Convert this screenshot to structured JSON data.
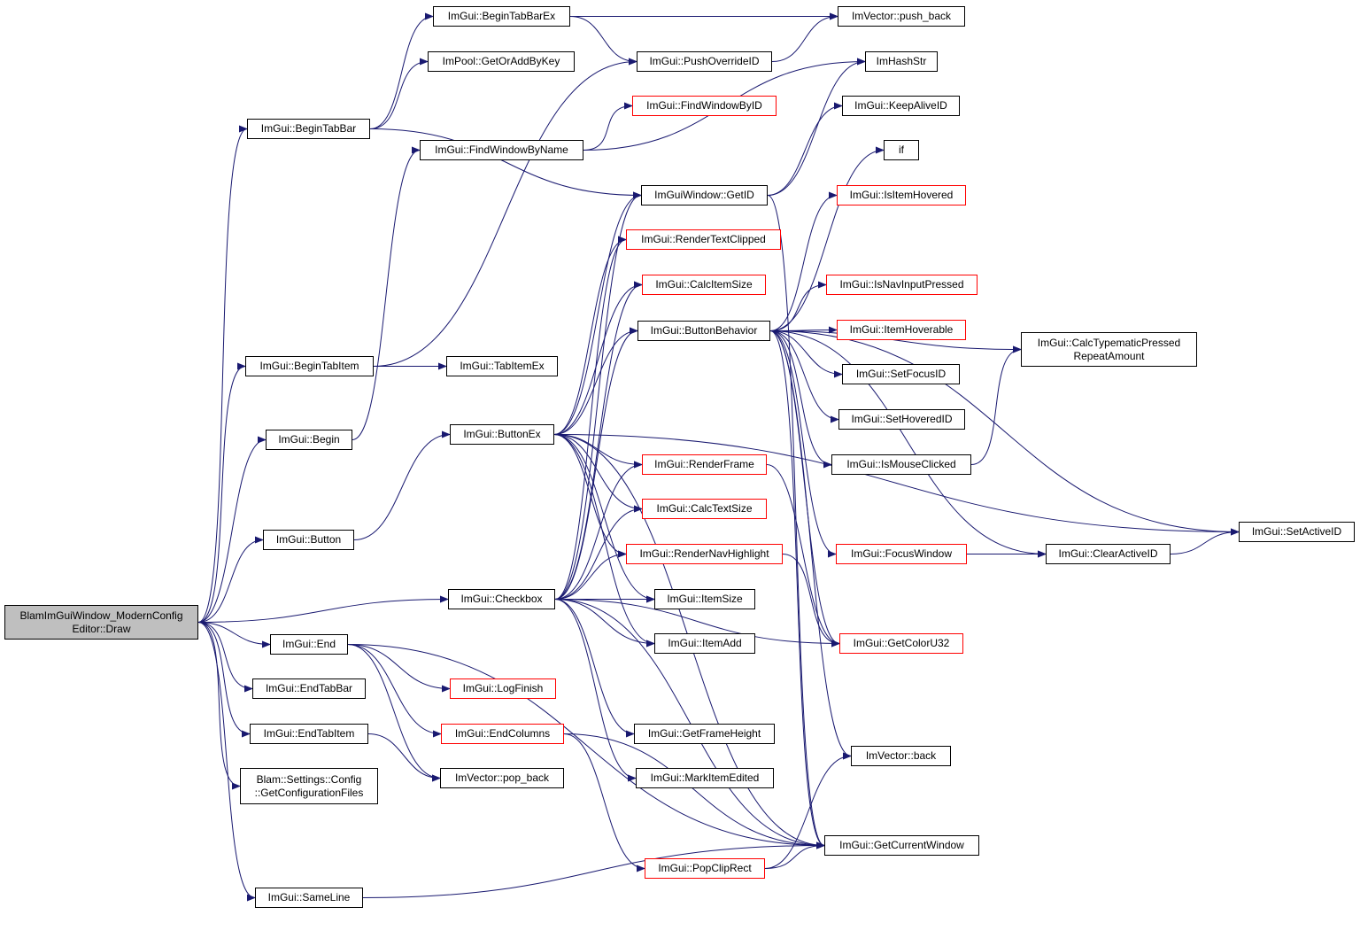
{
  "colors": {
    "edge": "#191970",
    "node_border": "#000000",
    "node_border_incomplete": "#ff0000",
    "root_fill": "#bfbfbf"
  },
  "nodes": [
    {
      "id": "root",
      "label": "BlamImGuiWindow_ModernConfig\nEditor::Draw",
      "root": true
    },
    {
      "id": "begintabbar",
      "label": "ImGui::BeginTabBar"
    },
    {
      "id": "begintabitem",
      "label": "ImGui::BeginTabItem"
    },
    {
      "id": "begin",
      "label": "ImGui::Begin"
    },
    {
      "id": "button",
      "label": "ImGui::Button"
    },
    {
      "id": "end",
      "label": "ImGui::End"
    },
    {
      "id": "endtabbar",
      "label": "ImGui::EndTabBar"
    },
    {
      "id": "endtabitem",
      "label": "ImGui::EndTabItem"
    },
    {
      "id": "getconfigfiles",
      "label": "Blam::Settings::Config\n::GetConfigurationFiles"
    },
    {
      "id": "sameline",
      "label": "ImGui::SameLine"
    },
    {
      "id": "begintabbarex",
      "label": "ImGui::BeginTabBarEx"
    },
    {
      "id": "imguipool",
      "label": "ImPool::GetOrAddByKey"
    },
    {
      "id": "findwindowbyname",
      "label": "ImGui::FindWindowByName"
    },
    {
      "id": "tabitemex",
      "label": "ImGui::TabItemEx"
    },
    {
      "id": "buttonex",
      "label": "ImGui::ButtonEx"
    },
    {
      "id": "checkbox",
      "label": "ImGui::Checkbox"
    },
    {
      "id": "logfinish",
      "label": "ImGui::LogFinish",
      "red": true
    },
    {
      "id": "endcolumns",
      "label": "ImGui::EndColumns",
      "red": true
    },
    {
      "id": "popback",
      "label": "ImVector::pop_back"
    },
    {
      "id": "pushoverrideid",
      "label": "ImGui::PushOverrideID"
    },
    {
      "id": "findwindowbyid",
      "label": "ImGui::FindWindowByID",
      "red": true
    },
    {
      "id": "windowgetid",
      "label": "ImGuiWindow::GetID"
    },
    {
      "id": "rendertextclipped",
      "label": "ImGui::RenderTextClipped",
      "red": true
    },
    {
      "id": "calcitemsize",
      "label": "ImGui::CalcItemSize",
      "red": true
    },
    {
      "id": "buttonbehavior",
      "label": "ImGui::ButtonBehavior"
    },
    {
      "id": "renderframe",
      "label": "ImGui::RenderFrame",
      "red": true
    },
    {
      "id": "calctextsize",
      "label": "ImGui::CalcTextSize",
      "red": true
    },
    {
      "id": "rendernavhighlight",
      "label": "ImGui::RenderNavHighlight",
      "red": true
    },
    {
      "id": "itemsize",
      "label": "ImGui::ItemSize"
    },
    {
      "id": "itemadd",
      "label": "ImGui::ItemAdd"
    },
    {
      "id": "getframeheight",
      "label": "ImGui::GetFrameHeight"
    },
    {
      "id": "markitemedited",
      "label": "ImGui::MarkItemEdited"
    },
    {
      "id": "popcliprect",
      "label": "ImGui::PopClipRect",
      "red": true
    },
    {
      "id": "pushback",
      "label": "ImVector::push_back"
    },
    {
      "id": "imhashstr",
      "label": "ImHashStr"
    },
    {
      "id": "keepaliveid",
      "label": "ImGui::KeepAliveID"
    },
    {
      "id": "if",
      "label": "if"
    },
    {
      "id": "isitemhovered",
      "label": "ImGui::IsItemHovered",
      "red": true
    },
    {
      "id": "isnavinputpressed",
      "label": "ImGui::IsNavInputPressed",
      "red": true
    },
    {
      "id": "itemhoverable",
      "label": "ImGui::ItemHoverable",
      "red": true
    },
    {
      "id": "setfocusid",
      "label": "ImGui::SetFocusID"
    },
    {
      "id": "sethoveredid",
      "label": "ImGui::SetHoveredID"
    },
    {
      "id": "ismouseclicked",
      "label": "ImGui::IsMouseClicked"
    },
    {
      "id": "focuswindow",
      "label": "ImGui::FocusWindow",
      "red": true
    },
    {
      "id": "getcoloru32",
      "label": "ImGui::GetColorU32",
      "red": true
    },
    {
      "id": "vectorback",
      "label": "ImVector::back"
    },
    {
      "id": "getcurrentwindow",
      "label": "ImGui::GetCurrentWindow"
    },
    {
      "id": "calctypematic",
      "label": "ImGui::CalcTypematicPressed\nRepeatAmount"
    },
    {
      "id": "clearactiveid",
      "label": "ImGui::ClearActiveID"
    },
    {
      "id": "setactiveid",
      "label": "ImGui::SetActiveID"
    }
  ],
  "edges": [
    [
      "root",
      "begintabbar"
    ],
    [
      "root",
      "begintabitem"
    ],
    [
      "root",
      "begin"
    ],
    [
      "root",
      "button"
    ],
    [
      "root",
      "checkbox"
    ],
    [
      "root",
      "end"
    ],
    [
      "root",
      "endtabbar"
    ],
    [
      "root",
      "endtabitem"
    ],
    [
      "root",
      "getconfigfiles"
    ],
    [
      "root",
      "sameline"
    ],
    [
      "begintabbar",
      "begintabbarex"
    ],
    [
      "begintabbar",
      "imguipool"
    ],
    [
      "begintabbar",
      "windowgetid"
    ],
    [
      "begintabbarex",
      "pushback"
    ],
    [
      "begintabbarex",
      "pushoverrideid"
    ],
    [
      "pushoverrideid",
      "pushback"
    ],
    [
      "begintabitem",
      "tabitemex"
    ],
    [
      "begintabitem",
      "pushoverrideid"
    ],
    [
      "begin",
      "findwindowbyname"
    ],
    [
      "findwindowbyname",
      "findwindowbyid"
    ],
    [
      "findwindowbyname",
      "imhashstr"
    ],
    [
      "button",
      "buttonex"
    ],
    [
      "buttonex",
      "windowgetid"
    ],
    [
      "buttonex",
      "rendertextclipped"
    ],
    [
      "buttonex",
      "calcitemsize"
    ],
    [
      "buttonex",
      "buttonbehavior"
    ],
    [
      "buttonex",
      "renderframe"
    ],
    [
      "buttonex",
      "calctextsize"
    ],
    [
      "buttonex",
      "rendernavhighlight"
    ],
    [
      "buttonex",
      "itemsize"
    ],
    [
      "buttonex",
      "itemadd"
    ],
    [
      "buttonex",
      "getcurrentwindow"
    ],
    [
      "buttonex",
      "setactiveid"
    ],
    [
      "checkbox",
      "windowgetid"
    ],
    [
      "checkbox",
      "buttonbehavior"
    ],
    [
      "checkbox",
      "renderframe"
    ],
    [
      "checkbox",
      "calctextsize"
    ],
    [
      "checkbox",
      "rendernavhighlight"
    ],
    [
      "checkbox",
      "itemsize"
    ],
    [
      "checkbox",
      "itemadd"
    ],
    [
      "checkbox",
      "getcoloru32"
    ],
    [
      "checkbox",
      "getframeheight"
    ],
    [
      "checkbox",
      "markitemedited"
    ],
    [
      "checkbox",
      "getcurrentwindow"
    ],
    [
      "checkbox",
      "rendertextclipped"
    ],
    [
      "checkbox",
      "calcitemsize"
    ],
    [
      "windowgetid",
      "imhashstr"
    ],
    [
      "windowgetid",
      "keepaliveid"
    ],
    [
      "windowgetid",
      "getcurrentwindow"
    ],
    [
      "buttonbehavior",
      "if"
    ],
    [
      "buttonbehavior",
      "isitemhovered"
    ],
    [
      "buttonbehavior",
      "calctypematic"
    ],
    [
      "buttonbehavior",
      "isnavinputpressed"
    ],
    [
      "buttonbehavior",
      "itemhoverable"
    ],
    [
      "buttonbehavior",
      "setfocusid"
    ],
    [
      "buttonbehavior",
      "sethoveredid"
    ],
    [
      "buttonbehavior",
      "ismouseclicked"
    ],
    [
      "buttonbehavior",
      "focuswindow"
    ],
    [
      "buttonbehavior",
      "clearactiveid"
    ],
    [
      "buttonbehavior",
      "getcoloru32"
    ],
    [
      "buttonbehavior",
      "vectorback"
    ],
    [
      "buttonbehavior",
      "getcurrentwindow"
    ],
    [
      "buttonbehavior",
      "setactiveid"
    ],
    [
      "ismouseclicked",
      "calctypematic"
    ],
    [
      "focuswindow",
      "clearactiveid"
    ],
    [
      "clearactiveid",
      "setactiveid"
    ],
    [
      "renderframe",
      "getcoloru32"
    ],
    [
      "rendernavhighlight",
      "getcoloru32"
    ],
    [
      "end",
      "logfinish"
    ],
    [
      "end",
      "endcolumns"
    ],
    [
      "end",
      "popback"
    ],
    [
      "end",
      "getcurrentwindow"
    ],
    [
      "endcolumns",
      "popcliprect"
    ],
    [
      "endcolumns",
      "getcurrentwindow"
    ],
    [
      "popcliprect",
      "vectorback"
    ],
    [
      "popcliprect",
      "getcurrentwindow"
    ],
    [
      "endtabitem",
      "popback"
    ],
    [
      "sameline",
      "getcurrentwindow"
    ]
  ]
}
